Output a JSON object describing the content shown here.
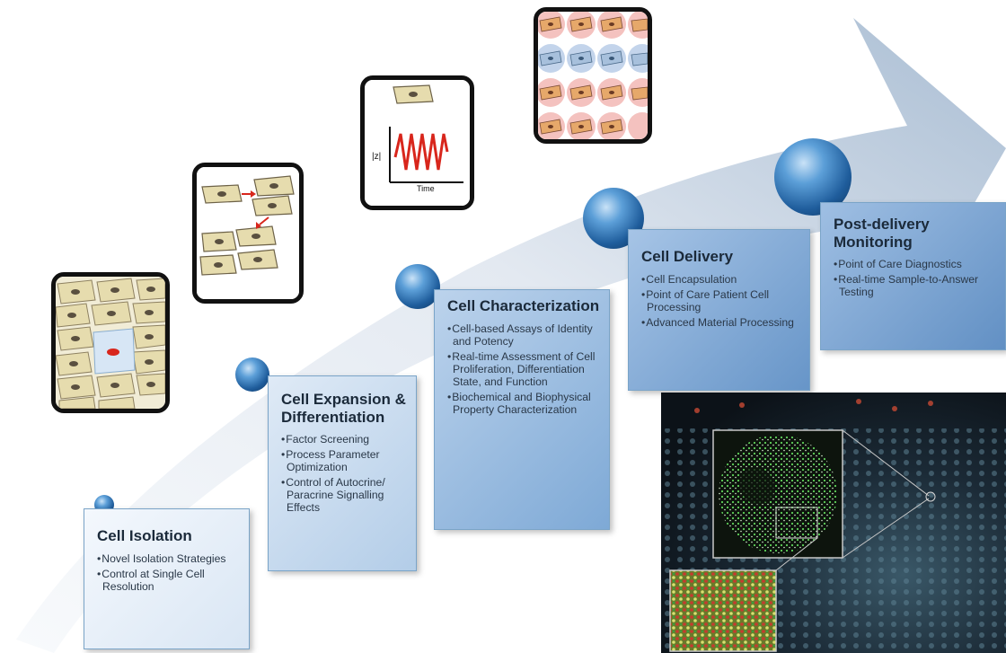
{
  "stages": [
    {
      "title": "Cell Isolation",
      "items": [
        "Novel Isolation Strategies",
        "Control at Single Cell Resolution"
      ]
    },
    {
      "title": "Cell Expansion & Differentiation",
      "items": [
        "Factor Screening",
        "Process Parameter Optimization",
        "Control of Autocrine/ Paracrine Signalling Effects"
      ]
    },
    {
      "title": "Cell Characterization",
      "items": [
        "Cell-based Assays of Identity and Potency",
        "Real-time Assessment of Cell Proliferation, Differentiation State, and Function",
        "Biochemical and Biophysical Property Characterization"
      ]
    },
    {
      "title": "Cell Delivery",
      "items": [
        "Cell Encapsulation",
        "Point of Care Patient Cell Processing",
        "Advanced Material Processing"
      ]
    },
    {
      "title": "Post-delivery Monitoring",
      "items": [
        "Point of Care Diagnostics",
        "Real-time Sample-to-Answer Testing"
      ]
    }
  ],
  "plot_labels": {
    "y_axis": "|z|",
    "x_axis": "Time"
  },
  "colors": {
    "arrow_light": "#eef2f7",
    "arrow_dark": "#9fb4cc",
    "sphere": "#2f73b8",
    "box_light": "#eaf1fa",
    "box_dark": "#6d9ccb",
    "cell_fill": "#e8dfb6",
    "nucleus": "#5a5040",
    "trace_red": "#d8261c"
  }
}
